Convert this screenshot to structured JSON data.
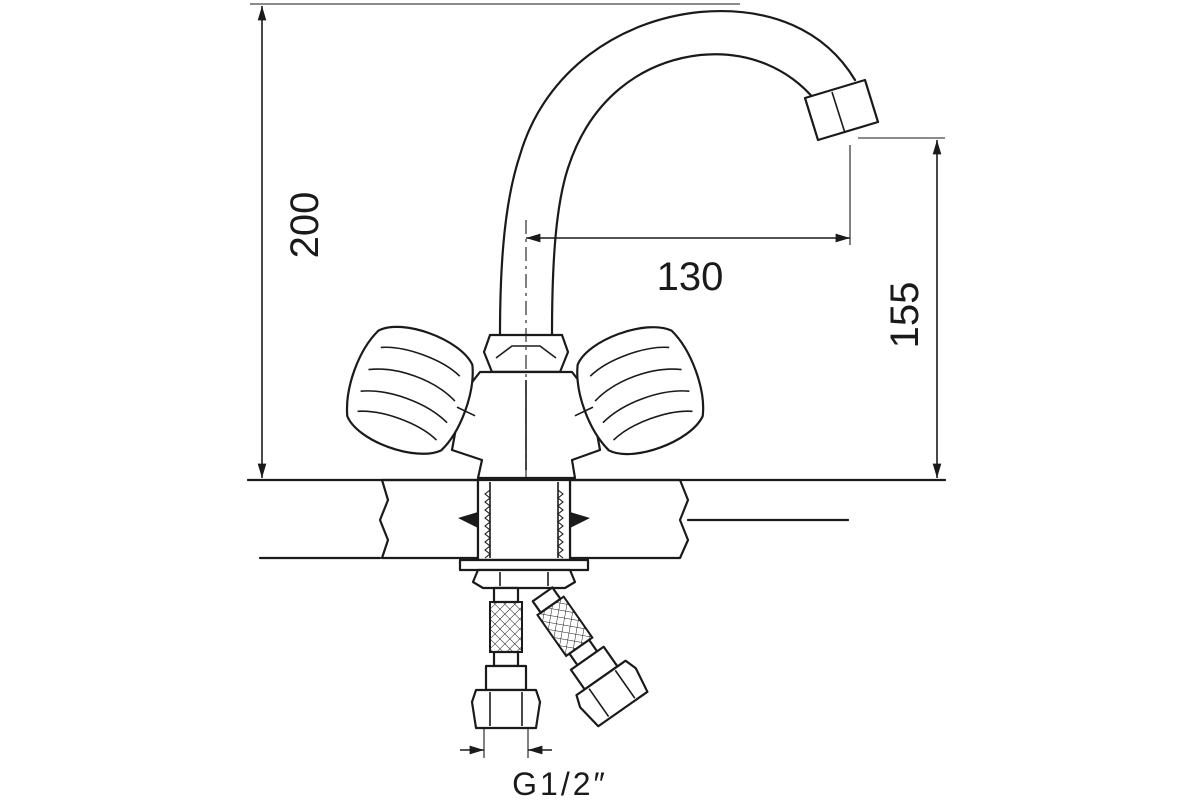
{
  "dimensions": {
    "height_total": "200",
    "reach": "130",
    "spout_height": "155",
    "connection_thread": "G1/2″"
  }
}
